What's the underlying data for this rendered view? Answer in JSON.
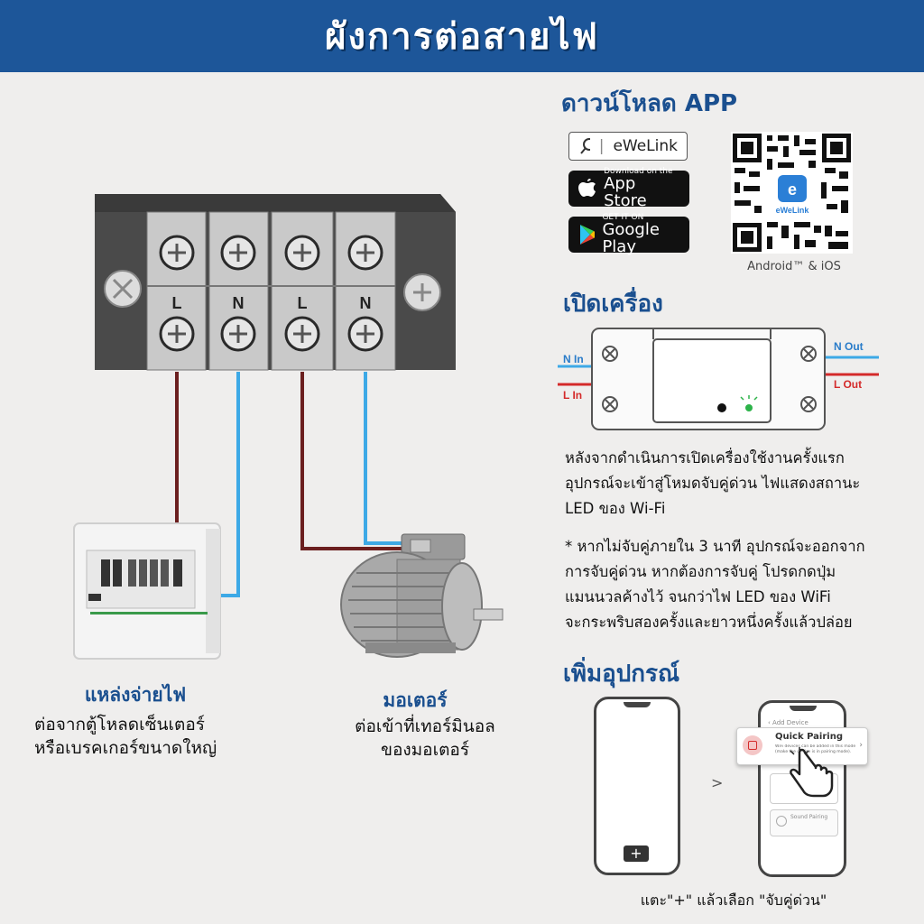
{
  "banner": {
    "title": "ผังการต่อสายไฟ"
  },
  "terminal_block": {
    "labels": [
      "L",
      "N",
      "L",
      "N"
    ]
  },
  "sources": {
    "power": {
      "title": "แหล่งจ่ายไฟ",
      "line1": "ต่อจากตู้โหลดเซ็นเตอร์",
      "line2": "หรือเบรคเกอร์ขนาดใหญ่"
    },
    "motor": {
      "title": "มอเตอร์",
      "line1": "ต่อเข้าที่เทอร์มินอล",
      "line2": "ของมอเตอร์"
    }
  },
  "download": {
    "title": "ดาวน์โหลด APP",
    "search_label": "eWeLink",
    "appstore_small": "Download on the",
    "appstore_big": "App Store",
    "googleplay_small": "GET IT ON",
    "googleplay_big": "Google Play",
    "qr_label": "eWeLink",
    "qr_caption": "Android™ & iOS"
  },
  "power_on": {
    "title": "เปิดเครื่อง",
    "n_in": "N In",
    "l_in": "L In",
    "n_out": "N Out",
    "l_out": "L Out",
    "para1_l1": "หลังจากดำเนินการเปิดเครื่องใช้งานครั้งแรก",
    "para1_l2": "อุปกรณ์จะเข้าสู่โหมดจับคู่ด่วน ไฟแสดงสถานะ",
    "para1_l3": "LED ของ Wi-Fi",
    "para2_l1": "* หากไม่จับคู่ภายใน 3 นาที อุปกรณ์จะออกจาก",
    "para2_l2": "การจับคู่ด่วน หากต้องการจับคู่ โปรดกดปุ่ม",
    "para2_l3": "แมนนวลค้างไว้ จนกว่าไฟ LED ของ WiFi",
    "para2_l4": "จะกระพริบสองครั้งและยาวหนึ่งครั้งแล้วปล่อย"
  },
  "add_device": {
    "title": "เพิ่มอุปกรณ์",
    "phone2_header": "Add Device",
    "quick_pairing": "Quick Pairing",
    "quick_desc": "WiFi devices can be added in this mode (make the device is in pairing mode).",
    "sound_pairing": "Sound Pairing",
    "arrow": ">",
    "caption": "แตะ\"+\" แล้วเลือก \"จับคู่ด่วน\""
  },
  "colors": {
    "banner": "#1d5699",
    "title_blue": "#1a4f8f",
    "wire_red": "#6b1f1f",
    "wire_blue": "#3da9e6",
    "accent_red": "#d42a2a"
  }
}
